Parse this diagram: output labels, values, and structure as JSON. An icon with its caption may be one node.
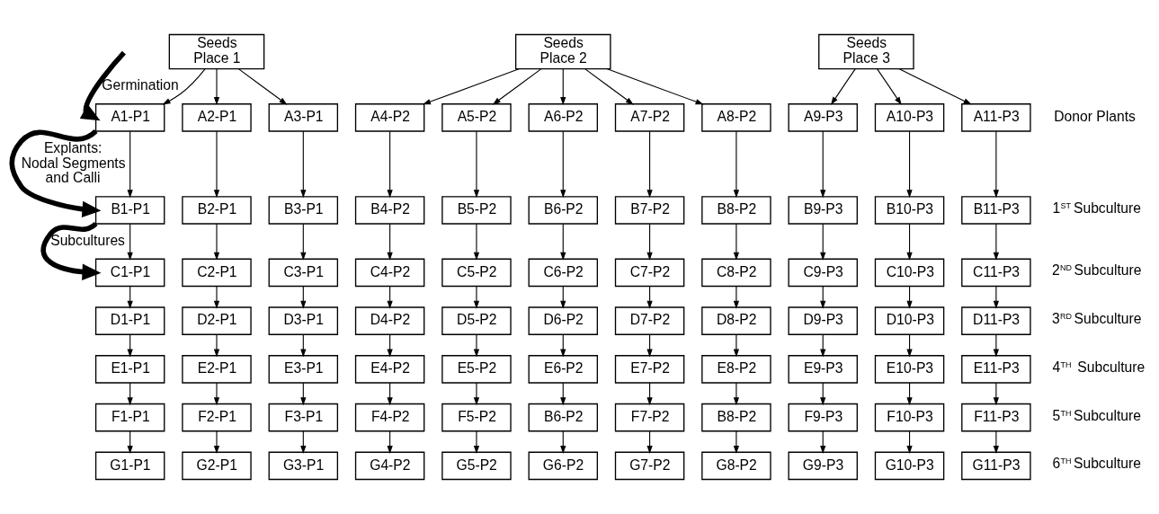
{
  "diagram": {
    "nodes": [
      {
        "text": [
          "Seeds Place 1"
        ]
      },
      {
        "text": [
          "Seeds Place 2"
        ]
      },
      {
        "text": [
          "Seeds Place 3"
        ]
      },
      {
        "text": [
          "A1-P1"
        ]
      },
      {
        "text": [
          "A2-P1"
        ]
      },
      {
        "text": [
          "A3-P1"
        ]
      },
      {
        "text": [
          "A4-P2"
        ]
      },
      {
        "text": [
          "A5-P2"
        ]
      },
      {
        "text": [
          "A6-P2"
        ]
      },
      {
        "text": [
          "A7-P2"
        ]
      },
      {
        "text": [
          "A8-P2"
        ]
      },
      {
        "text": [
          "A9-P3"
        ]
      },
      {
        "text": [
          "A10-P3"
        ]
      },
      {
        "text": [
          "A11-P3"
        ]
      },
      {
        "text": [
          "B1-P1"
        ]
      },
      {
        "text": [
          "B2-P1"
        ]
      },
      {
        "text": [
          "B3-P1"
        ]
      },
      {
        "text": [
          "B4-P2"
        ]
      },
      {
        "text": [
          "B5-P2"
        ]
      },
      {
        "text": [
          "B6-P2"
        ]
      },
      {
        "text": [
          "B7-P2"
        ]
      },
      {
        "text": [
          "B8-P2"
        ]
      },
      {
        "text": [
          "B9-P3"
        ]
      },
      {
        "text": [
          "B10-P3"
        ]
      },
      {
        "text": [
          "B11-P3"
        ]
      },
      {
        "text": [
          "C1-P1"
        ]
      },
      {
        "text": [
          "C2-P1"
        ]
      },
      {
        "text": [
          "C3-P1"
        ]
      },
      {
        "text": [
          "C4-P2"
        ]
      },
      {
        "text": [
          "C5-P2"
        ]
      },
      {
        "text": [
          "C6-P2"
        ]
      },
      {
        "text": [
          "C7-P2"
        ]
      },
      {
        "text": [
          "C8-P2"
        ]
      },
      {
        "text": [
          "C9-P3"
        ]
      },
      {
        "text": [
          "C10-P3"
        ]
      },
      {
        "text": [
          "C11-P3"
        ]
      },
      {
        "text": [
          "D1-P1"
        ]
      },
      {
        "text": [
          "D2-P1"
        ]
      },
      {
        "text": [
          "D3-P1"
        ]
      },
      {
        "text": [
          "D4-P2"
        ]
      },
      {
        "text": [
          "D5-P2"
        ]
      },
      {
        "text": [
          "D6-P2"
        ]
      },
      {
        "text": [
          "D7-P2"
        ]
      },
      {
        "text": [
          "D8-P2"
        ]
      },
      {
        "text": [
          "D9-P3"
        ]
      },
      {
        "text": [
          "D10-P3"
        ]
      },
      {
        "text": [
          "D11-P3"
        ]
      },
      {
        "text": [
          "E1-P1"
        ]
      },
      {
        "text": [
          "E2-P1"
        ]
      },
      {
        "text": [
          "E3-P1"
        ]
      },
      {
        "text": [
          "E4-P2"
        ]
      },
      {
        "text": [
          "E5-P2"
        ]
      },
      {
        "text": [
          "E6-P2"
        ]
      },
      {
        "text": [
          "E7-P2"
        ]
      },
      {
        "text": [
          "E8-P2"
        ]
      },
      {
        "text": [
          "E9-P3"
        ]
      },
      {
        "text": [
          "E10-P3"
        ]
      },
      {
        "text": [
          "E11-P3"
        ]
      },
      {
        "text": [
          "F1-P1"
        ]
      },
      {
        "text": [
          "F2-P1"
        ]
      },
      {
        "text": [
          "F3-P1"
        ]
      },
      {
        "text": [
          "F4-P2"
        ]
      },
      {
        "text": [
          "F5-P2"
        ]
      },
      {
        "text": [
          "B6-P2"
        ]
      },
      {
        "text": [
          "F7-P2"
        ]
      },
      {
        "text": [
          "B8-P2"
        ]
      },
      {
        "text": [
          "F9-P3"
        ]
      },
      {
        "text": [
          "F10-P3"
        ]
      },
      {
        "text": [
          "F11-P3"
        ]
      },
      {
        "text": [
          "G1-P1"
        ]
      },
      {
        "text": [
          "G2-P1"
        ]
      },
      {
        "text": [
          "G3-P1"
        ]
      },
      {
        "text": [
          "G4-P2"
        ]
      },
      {
        "text": [
          "G5-P2"
        ]
      },
      {
        "text": [
          "G6-P2"
        ]
      },
      {
        "text": [
          "G7-P2"
        ]
      },
      {
        "text": [
          "G8-P2"
        ]
      },
      {
        "text": [
          "G9-P3"
        ]
      },
      {
        "text": [
          "G10-P3"
        ]
      },
      {
        "text": [
          "G11-P3"
        ]
      }
    ],
    "edges": [
      {
        "from": null,
        "to": 3,
        "arrow": "to",
        "style": "thick",
        "label": "Germination"
      },
      {
        "from": 3,
        "to": 14,
        "arrow": "to",
        "style": "thick",
        "label": "Explants: Nodal Segments and Calli"
      },
      {
        "from": 14,
        "to": 25,
        "arrow": "to",
        "style": "thick",
        "label": "Subcultures"
      },
      {
        "from": 0,
        "to": 3,
        "arrow": "to"
      },
      {
        "from": 0,
        "to": 4,
        "arrow": "to"
      },
      {
        "from": 0,
        "to": 5,
        "arrow": "to"
      },
      {
        "from": 1,
        "to": 6,
        "arrow": "to"
      },
      {
        "from": 1,
        "to": 7,
        "arrow": "to"
      },
      {
        "from": 1,
        "to": 8,
        "arrow": "to"
      },
      {
        "from": 1,
        "to": 9,
        "arrow": "to"
      },
      {
        "from": 1,
        "to": 10,
        "arrow": "to"
      },
      {
        "from": 2,
        "to": 11,
        "arrow": "to"
      },
      {
        "from": 2,
        "to": 12,
        "arrow": "to"
      },
      {
        "from": 2,
        "to": 13,
        "arrow": "to"
      },
      {
        "from": 3,
        "to": 14,
        "arrow": "to"
      },
      {
        "from": 4,
        "to": 15,
        "arrow": "to"
      },
      {
        "from": 5,
        "to": 16,
        "arrow": "to"
      },
      {
        "from": 6,
        "to": 17,
        "arrow": "to"
      },
      {
        "from": 7,
        "to": 18,
        "arrow": "to"
      },
      {
        "from": 8,
        "to": 19,
        "arrow": "to"
      },
      {
        "from": 9,
        "to": 20,
        "arrow": "to"
      },
      {
        "from": 10,
        "to": 21,
        "arrow": "to"
      },
      {
        "from": 11,
        "to": 22,
        "arrow": "to"
      },
      {
        "from": 12,
        "to": 23,
        "arrow": "to"
      },
      {
        "from": 13,
        "to": 24,
        "arrow": "to"
      },
      {
        "from": 14,
        "to": 25,
        "arrow": "to"
      },
      {
        "from": 15,
        "to": 26,
        "arrow": "to"
      },
      {
        "from": 16,
        "to": 27,
        "arrow": "to"
      },
      {
        "from": 17,
        "to": 28,
        "arrow": "to"
      },
      {
        "from": 18,
        "to": 29,
        "arrow": "to"
      },
      {
        "from": 19,
        "to": 30,
        "arrow": "to"
      },
      {
        "from": 20,
        "to": 31,
        "arrow": "to"
      },
      {
        "from": 21,
        "to": 32,
        "arrow": "to"
      },
      {
        "from": 22,
        "to": 33,
        "arrow": "to"
      },
      {
        "from": 23,
        "to": 34,
        "arrow": "to"
      },
      {
        "from": 24,
        "to": 35,
        "arrow": "to"
      },
      {
        "from": 25,
        "to": 36,
        "arrow": "to"
      },
      {
        "from": 26,
        "to": 37,
        "arrow": "to"
      },
      {
        "from": 27,
        "to": 38,
        "arrow": "to"
      },
      {
        "from": 28,
        "to": 39,
        "arrow": "to"
      },
      {
        "from": 29,
        "to": 40,
        "arrow": "to"
      },
      {
        "from": 30,
        "to": 41,
        "arrow": "to"
      },
      {
        "from": 31,
        "to": 42,
        "arrow": "to"
      },
      {
        "from": 32,
        "to": 43,
        "arrow": "to"
      },
      {
        "from": 33,
        "to": 44,
        "arrow": "to"
      },
      {
        "from": 34,
        "to": 45,
        "arrow": "to"
      },
      {
        "from": 35,
        "to": 46,
        "arrow": "to"
      },
      {
        "from": 36,
        "to": 47,
        "arrow": "to"
      },
      {
        "from": 37,
        "to": 48,
        "arrow": "to"
      },
      {
        "from": 38,
        "to": 49,
        "arrow": "to"
      },
      {
        "from": 39,
        "to": 50,
        "arrow": "to"
      },
      {
        "from": 40,
        "to": 51,
        "arrow": "to"
      },
      {
        "from": 41,
        "to": 52,
        "arrow": "to"
      },
      {
        "from": 42,
        "to": 53,
        "arrow": "to"
      },
      {
        "from": 43,
        "to": 54,
        "arrow": "to"
      },
      {
        "from": 44,
        "to": 55,
        "arrow": "to"
      },
      {
        "from": 45,
        "to": 56,
        "arrow": "to"
      },
      {
        "from": 46,
        "to": 57,
        "arrow": "to"
      },
      {
        "from": 47,
        "to": 58,
        "arrow": "to"
      },
      {
        "from": 48,
        "to": 59,
        "arrow": "to"
      },
      {
        "from": 49,
        "to": 60,
        "arrow": "to"
      },
      {
        "from": 50,
        "to": 61,
        "arrow": "to"
      },
      {
        "from": 51,
        "to": 62,
        "arrow": "to"
      },
      {
        "from": 52,
        "to": 63,
        "arrow": "to"
      },
      {
        "from": 53,
        "to": 64,
        "arrow": "to"
      },
      {
        "from": 54,
        "to": 65,
        "arrow": "to"
      },
      {
        "from": 55,
        "to": 66,
        "arrow": "to"
      },
      {
        "from": 56,
        "to": 67,
        "arrow": "to"
      },
      {
        "from": 57,
        "to": 68,
        "arrow": "to"
      },
      {
        "from": 58,
        "to": 69,
        "arrow": "to"
      },
      {
        "from": 59,
        "to": 70,
        "arrow": "to"
      },
      {
        "from": 60,
        "to": 71,
        "arrow": "to"
      },
      {
        "from": 61,
        "to": 72,
        "arrow": "to"
      },
      {
        "from": 62,
        "to": 73,
        "arrow": "to"
      },
      {
        "from": 63,
        "to": 74,
        "arrow": "to"
      },
      {
        "from": 64,
        "to": 75,
        "arrow": "to"
      },
      {
        "from": 65,
        "to": 76,
        "arrow": "to"
      },
      {
        "from": 66,
        "to": 77,
        "arrow": "to"
      },
      {
        "from": 67,
        "to": 78,
        "arrow": "to"
      },
      {
        "from": 68,
        "to": 79,
        "arrow": "to"
      }
    ],
    "labels": [
      "Donor Plants",
      "1$^{ST}$ Subculture",
      "2$^{ND}$ Subculture",
      "3$^{RD}$ Subculture",
      "4$^{TH}$  Subculture",
      "5$^{TH}$ Subculture",
      "6$^{TH}$ Subculture"
    ]
  }
}
